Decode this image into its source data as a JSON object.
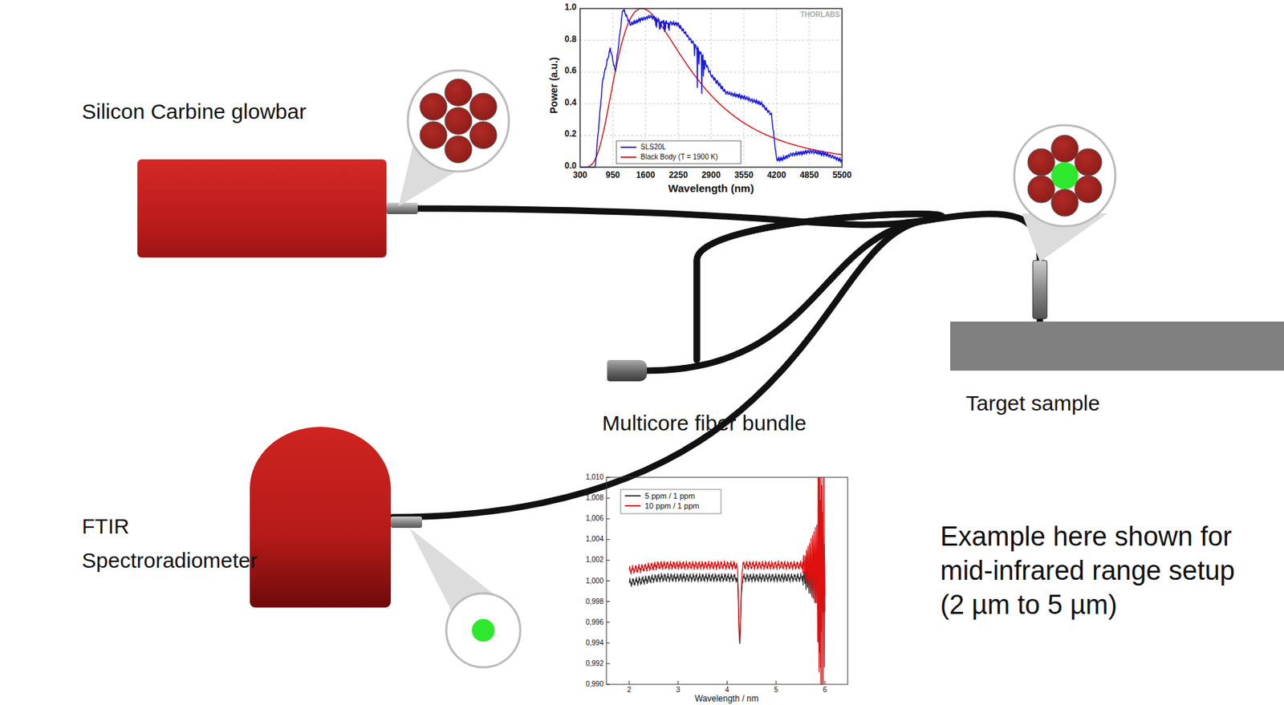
{
  "diagram": {
    "nodes": [
      {
        "text": [
          "Silicon Carbine glowbar"
        ]
      },
      {
        "text": [
          "FTIR Spectroradiometer"
        ]
      },
      {
        "text": [
          "Multicore fiber bundle"
        ]
      },
      {
        "text": [
          "Target sample"
        ]
      }
    ],
    "edges": [
      {
        "from": 0,
        "to": 2,
        "arrow": "none"
      },
      {
        "from": 1,
        "to": 2,
        "arrow": "none"
      },
      {
        "from": 2,
        "to": 3,
        "arrow": "none"
      }
    ],
    "labels": [
      "0.0",
      "0.2",
      "0.4",
      "0.6",
      "0.8",
      "1.0",
      "300",
      "950",
      "1600",
      "2250",
      "2900",
      "3550",
      "4200",
      "4850",
      "5500",
      "Power (a.u.)",
      "Wavelength (nm)",
      "THORLABS",
      "0,990",
      "0,992",
      "0,994",
      "0,996",
      "0,998",
      "1,000",
      "1,002",
      "1,004",
      "1,006",
      "1,008",
      "1,010",
      "2",
      "3",
      "4",
      "5",
      "6",
      "Wavelength / nm",
      "Example here shown for mid-infrared range setup (2 µm to 5 µm)"
    ],
    "legend": [
      {
        "text": "SLS20L"
      },
      {
        "text": "Black Body (T = 1900 K)"
      },
      {
        "text": "5 ppm / 1 ppm"
      },
      {
        "text": "10 ppm / 1 ppm"
      }
    ]
  }
}
